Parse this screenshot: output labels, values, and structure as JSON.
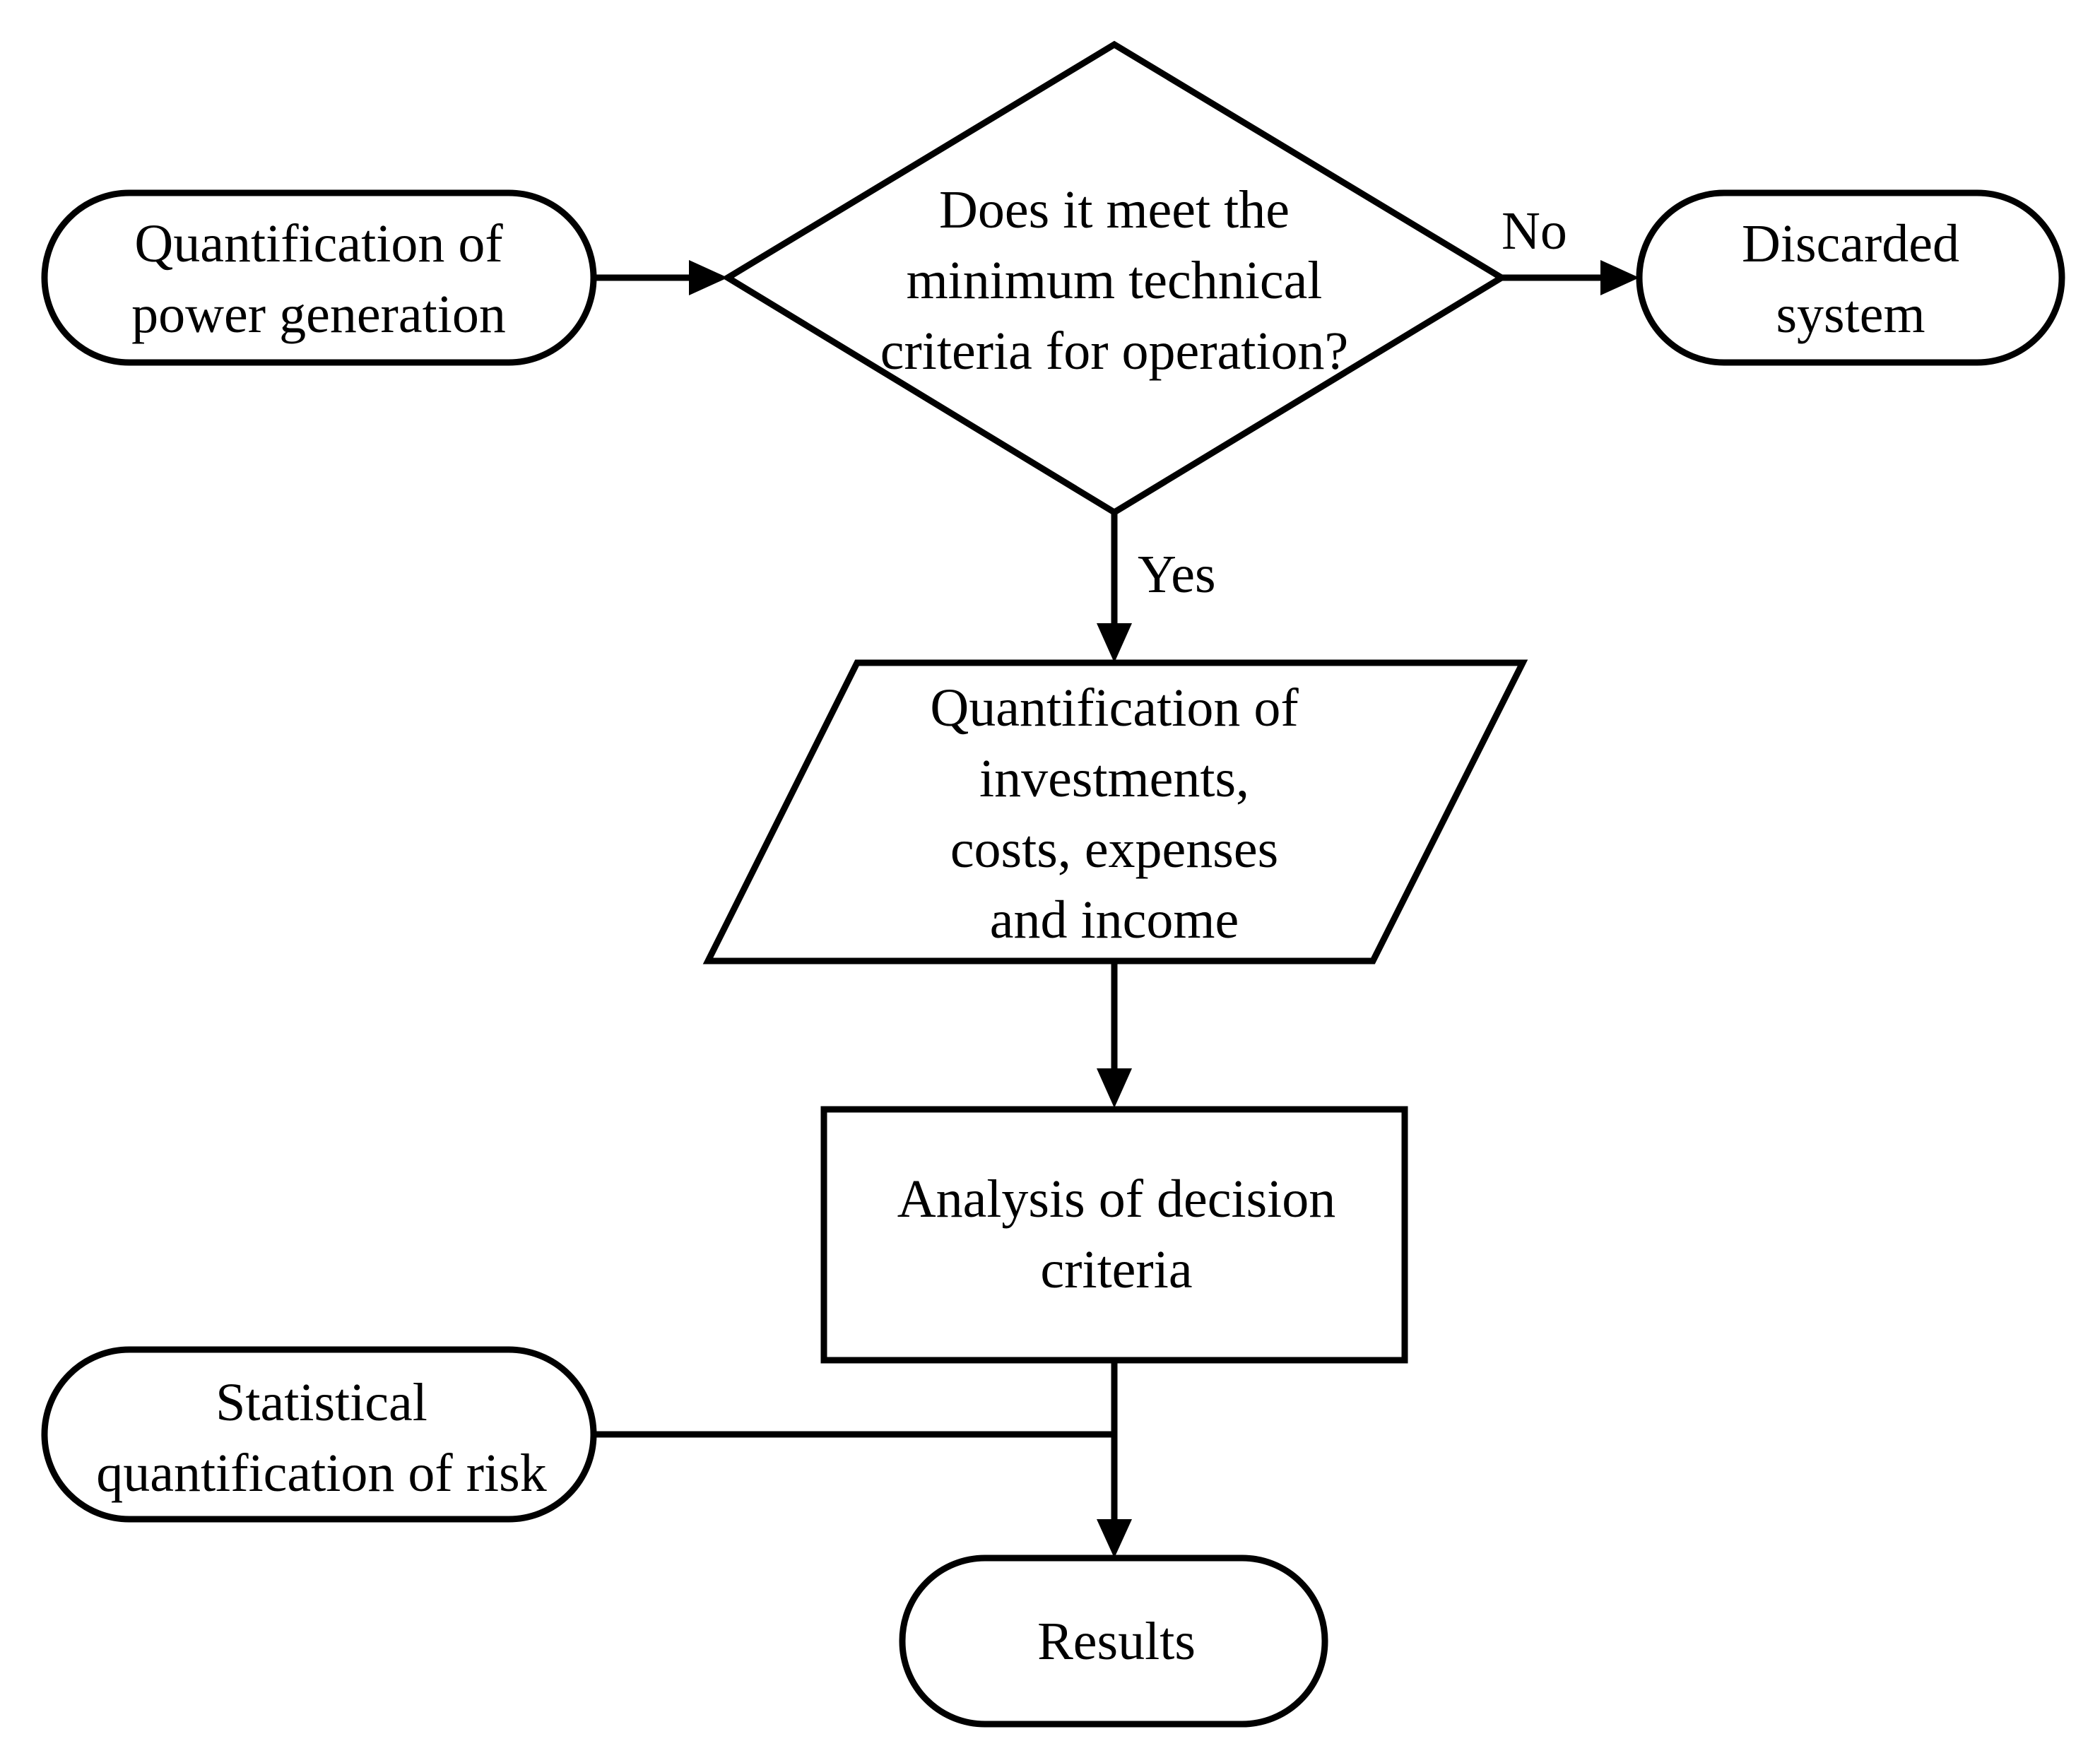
{
  "diagram": {
    "nodes": {
      "power_generation": {
        "shape": "terminator",
        "lines": [
          "Quantification of",
          "power generation"
        ]
      },
      "decision": {
        "shape": "decision",
        "lines": [
          "Does it meet the",
          "minimum technical",
          "criteria for operation?"
        ]
      },
      "discarded": {
        "shape": "terminator",
        "lines": [
          "Discarded",
          "system"
        ]
      },
      "investments": {
        "shape": "data",
        "lines": [
          "Quantification of",
          "investments,",
          "costs, expenses",
          "and income"
        ]
      },
      "analysis": {
        "shape": "process",
        "lines": [
          "Analysis of decision",
          "criteria"
        ]
      },
      "risk": {
        "shape": "terminator",
        "lines": [
          "Statistical",
          "quantification of risk"
        ]
      },
      "results": {
        "shape": "terminator",
        "lines": [
          "Results"
        ]
      }
    },
    "edges": {
      "no_label": "No",
      "yes_label": "Yes"
    },
    "colors": {
      "stroke": "#000000",
      "fill": "#ffffff",
      "text": "#000000"
    }
  }
}
